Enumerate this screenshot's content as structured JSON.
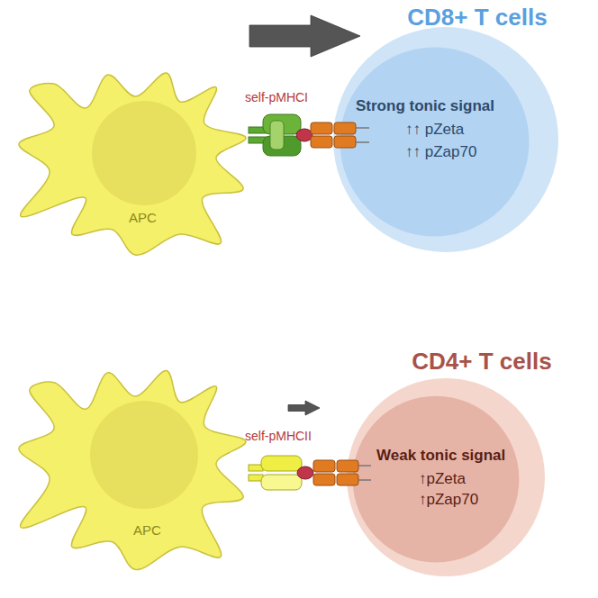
{
  "diagram": {
    "nodes": [
      {
        "text": [
          "APC"
        ]
      },
      {
        "text": [
          "CD8+ T cells",
          "Strong tonic signal",
          "↑↑ pZeta",
          "↑↑ pZap70"
        ]
      },
      {
        "text": [
          "APC"
        ]
      },
      {
        "text": [
          "CD4+ T cells",
          "Weak tonic signal",
          "↑pZeta",
          "↑pZap70"
        ]
      }
    ],
    "edges": [
      {
        "from": 0,
        "to": 1,
        "arrow": "to"
      },
      {
        "from": 2,
        "to": 3,
        "arrow": "to"
      }
    ],
    "labels": [
      "self-pMHCI",
      "self-pMHCII"
    ]
  }
}
